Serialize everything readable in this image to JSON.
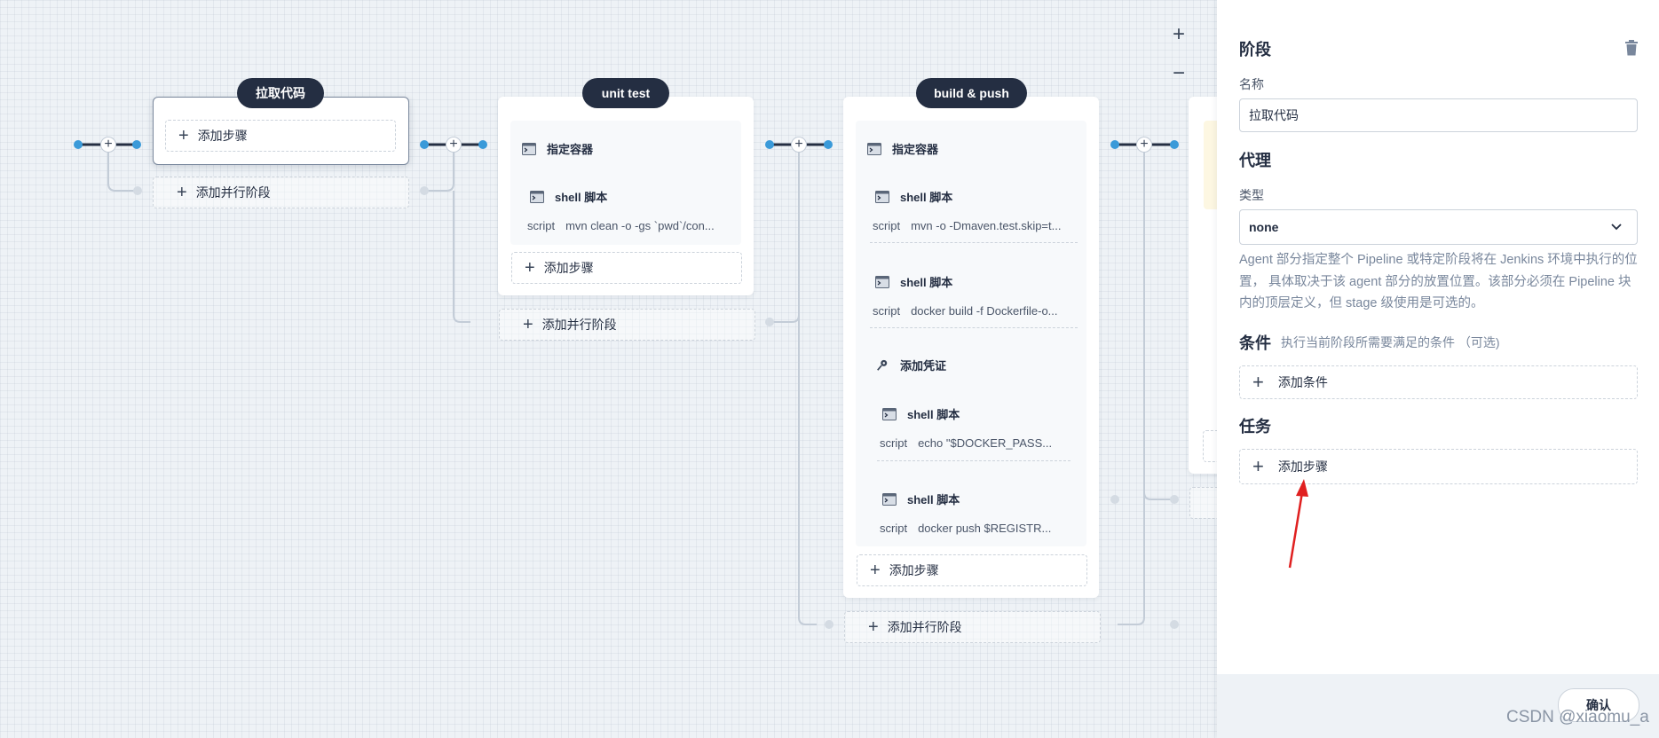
{
  "canvas": {
    "zoom_in": "+",
    "zoom_out": "−",
    "add_step": "添加步骤",
    "add_parallel": "添加并行阶段",
    "script_kw": "script",
    "stages": [
      {
        "name": "拉取代码"
      },
      {
        "name": "unit test",
        "steps": [
          {
            "title": "指定容器"
          },
          {
            "title": "shell 脚本",
            "script": "mvn clean -o -gs `pwd`/con..."
          }
        ]
      },
      {
        "name": "build & push",
        "steps": [
          {
            "title": "指定容器"
          },
          {
            "title": "shell 脚本",
            "script": "mvn -o -Dmaven.test.skip=t..."
          },
          {
            "title": "shell 脚本",
            "script": "docker build -f Dockerfile-o..."
          },
          {
            "title": "添加凭证"
          },
          {
            "title": "shell 脚本",
            "script": "echo \"$DOCKER_PASS..."
          },
          {
            "title": "shell 脚本",
            "script": "docker push $REGISTR..."
          }
        ]
      }
    ]
  },
  "panel": {
    "title": "阶段",
    "name_label": "名称",
    "name_value": "拉取代码",
    "agent_heading": "代理",
    "type_label": "类型",
    "type_value": "none",
    "agent_desc": "Agent 部分指定整个 Pipeline 或特定阶段将在 Jenkins 环境中执行的位置， 具体取决于该 agent 部分的放置位置。该部分必须在 Pipeline 块内的顶层定义，但 stage 级使用是可选的。",
    "condition_heading": "条件",
    "condition_hint": "执行当前阶段所需要满足的条件 （可选)",
    "add_condition": "添加条件",
    "task_heading": "任务",
    "add_step": "添加步骤",
    "confirm": "确认"
  },
  "watermark": "CSDN @xiaomu_a",
  "colors": {
    "dark": "#242e42",
    "accent": "#3a9ad9",
    "arrow": "#e02020"
  }
}
